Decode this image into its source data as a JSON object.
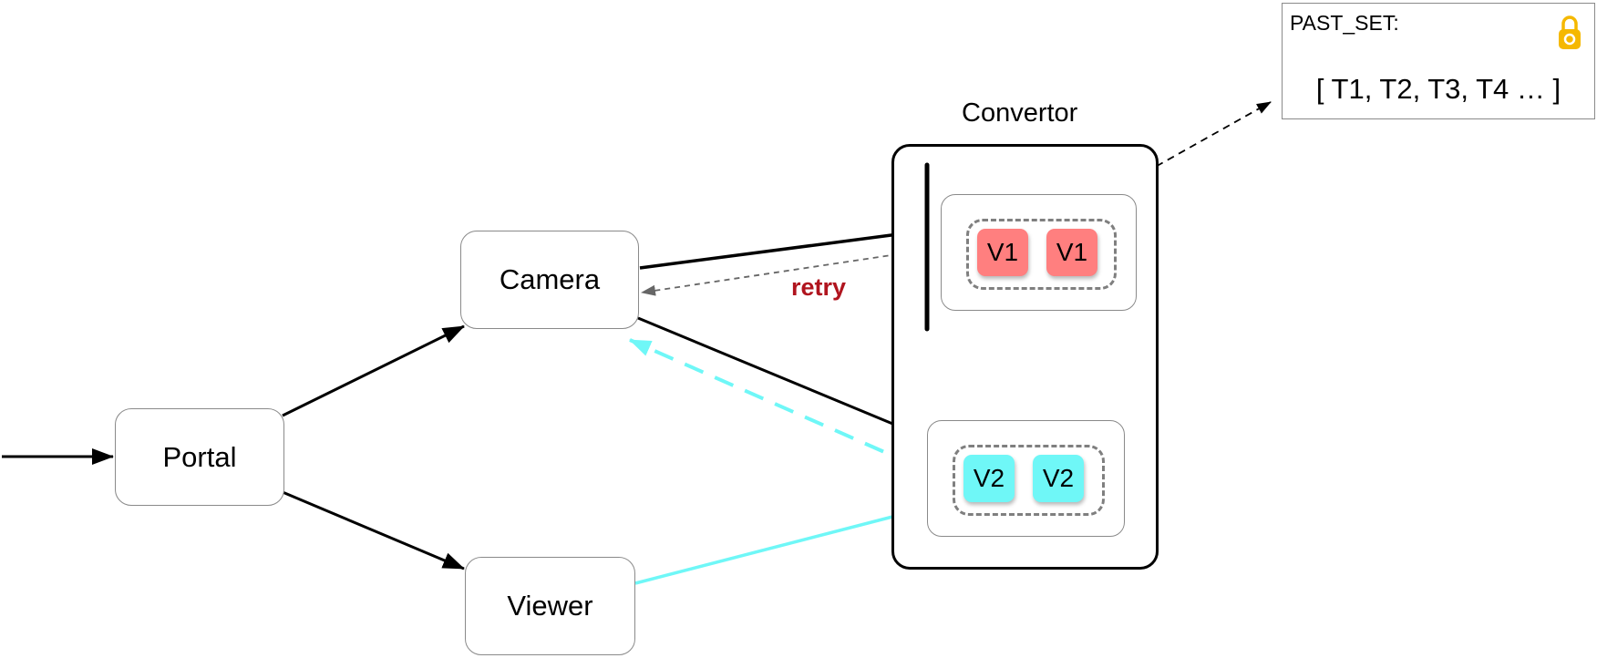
{
  "nodes": {
    "portal": "Portal",
    "camera": "Camera",
    "viewer": "Viewer"
  },
  "convertor": {
    "title": "Convertor",
    "queue_v1": [
      "V1",
      "V1"
    ],
    "queue_v2": [
      "V2",
      "V2"
    ]
  },
  "edges": {
    "retry_label": "retry"
  },
  "past_set": {
    "title": "PAST_SET:",
    "items": "[ T1, T2, T3, T4 … ]"
  },
  "colors": {
    "v1_chip": "#ff7f7f",
    "v2_chip": "#6ff7f7",
    "cyan_edge": "#6ff7f7",
    "retry_text": "#b0141e",
    "lock": "#f5b800"
  },
  "icons": {
    "past_set_lock": "lock-icon"
  }
}
